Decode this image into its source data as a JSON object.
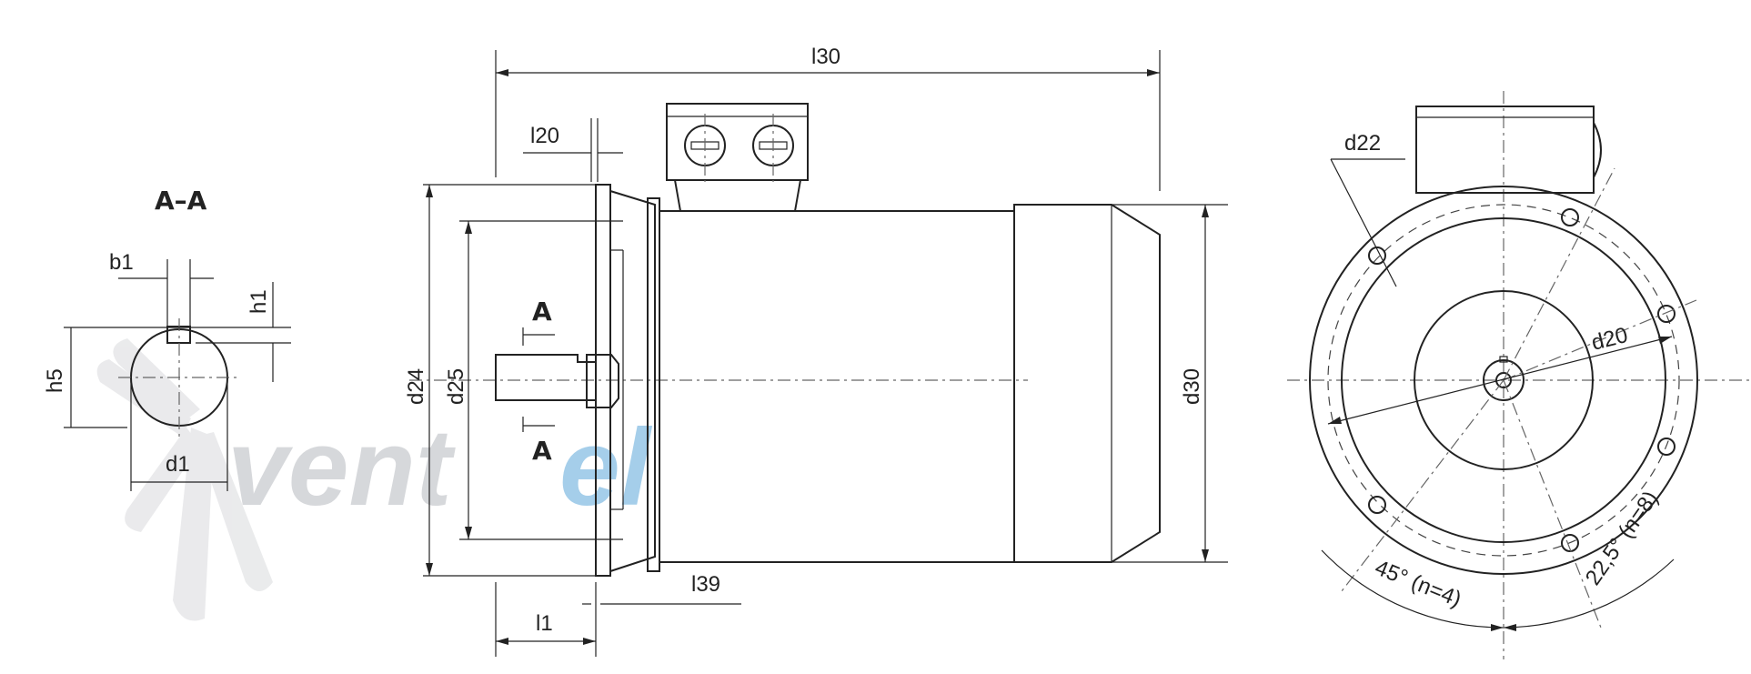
{
  "watermark": {
    "text_gray": "vent",
    "text_blue": "el",
    "gray_color": "#c9cbcf",
    "blue_color": "#8fc3e6"
  },
  "section_view": {
    "title": "A–A",
    "labels": {
      "b1": "b1",
      "h1": "h1",
      "h5": "h5",
      "d1": "d1"
    }
  },
  "side_view": {
    "labels": {
      "l30": "l30",
      "l20": "l20",
      "l1": "l1",
      "l39": "l39",
      "d24": "d24",
      "d25": "d25",
      "d30": "d30",
      "section_top": "A",
      "section_bottom": "A"
    }
  },
  "front_view": {
    "labels": {
      "d22": "d22",
      "d20": "d20",
      "angle_45": "45° (n=4)",
      "angle_22": "22,5° (n=8)"
    }
  }
}
